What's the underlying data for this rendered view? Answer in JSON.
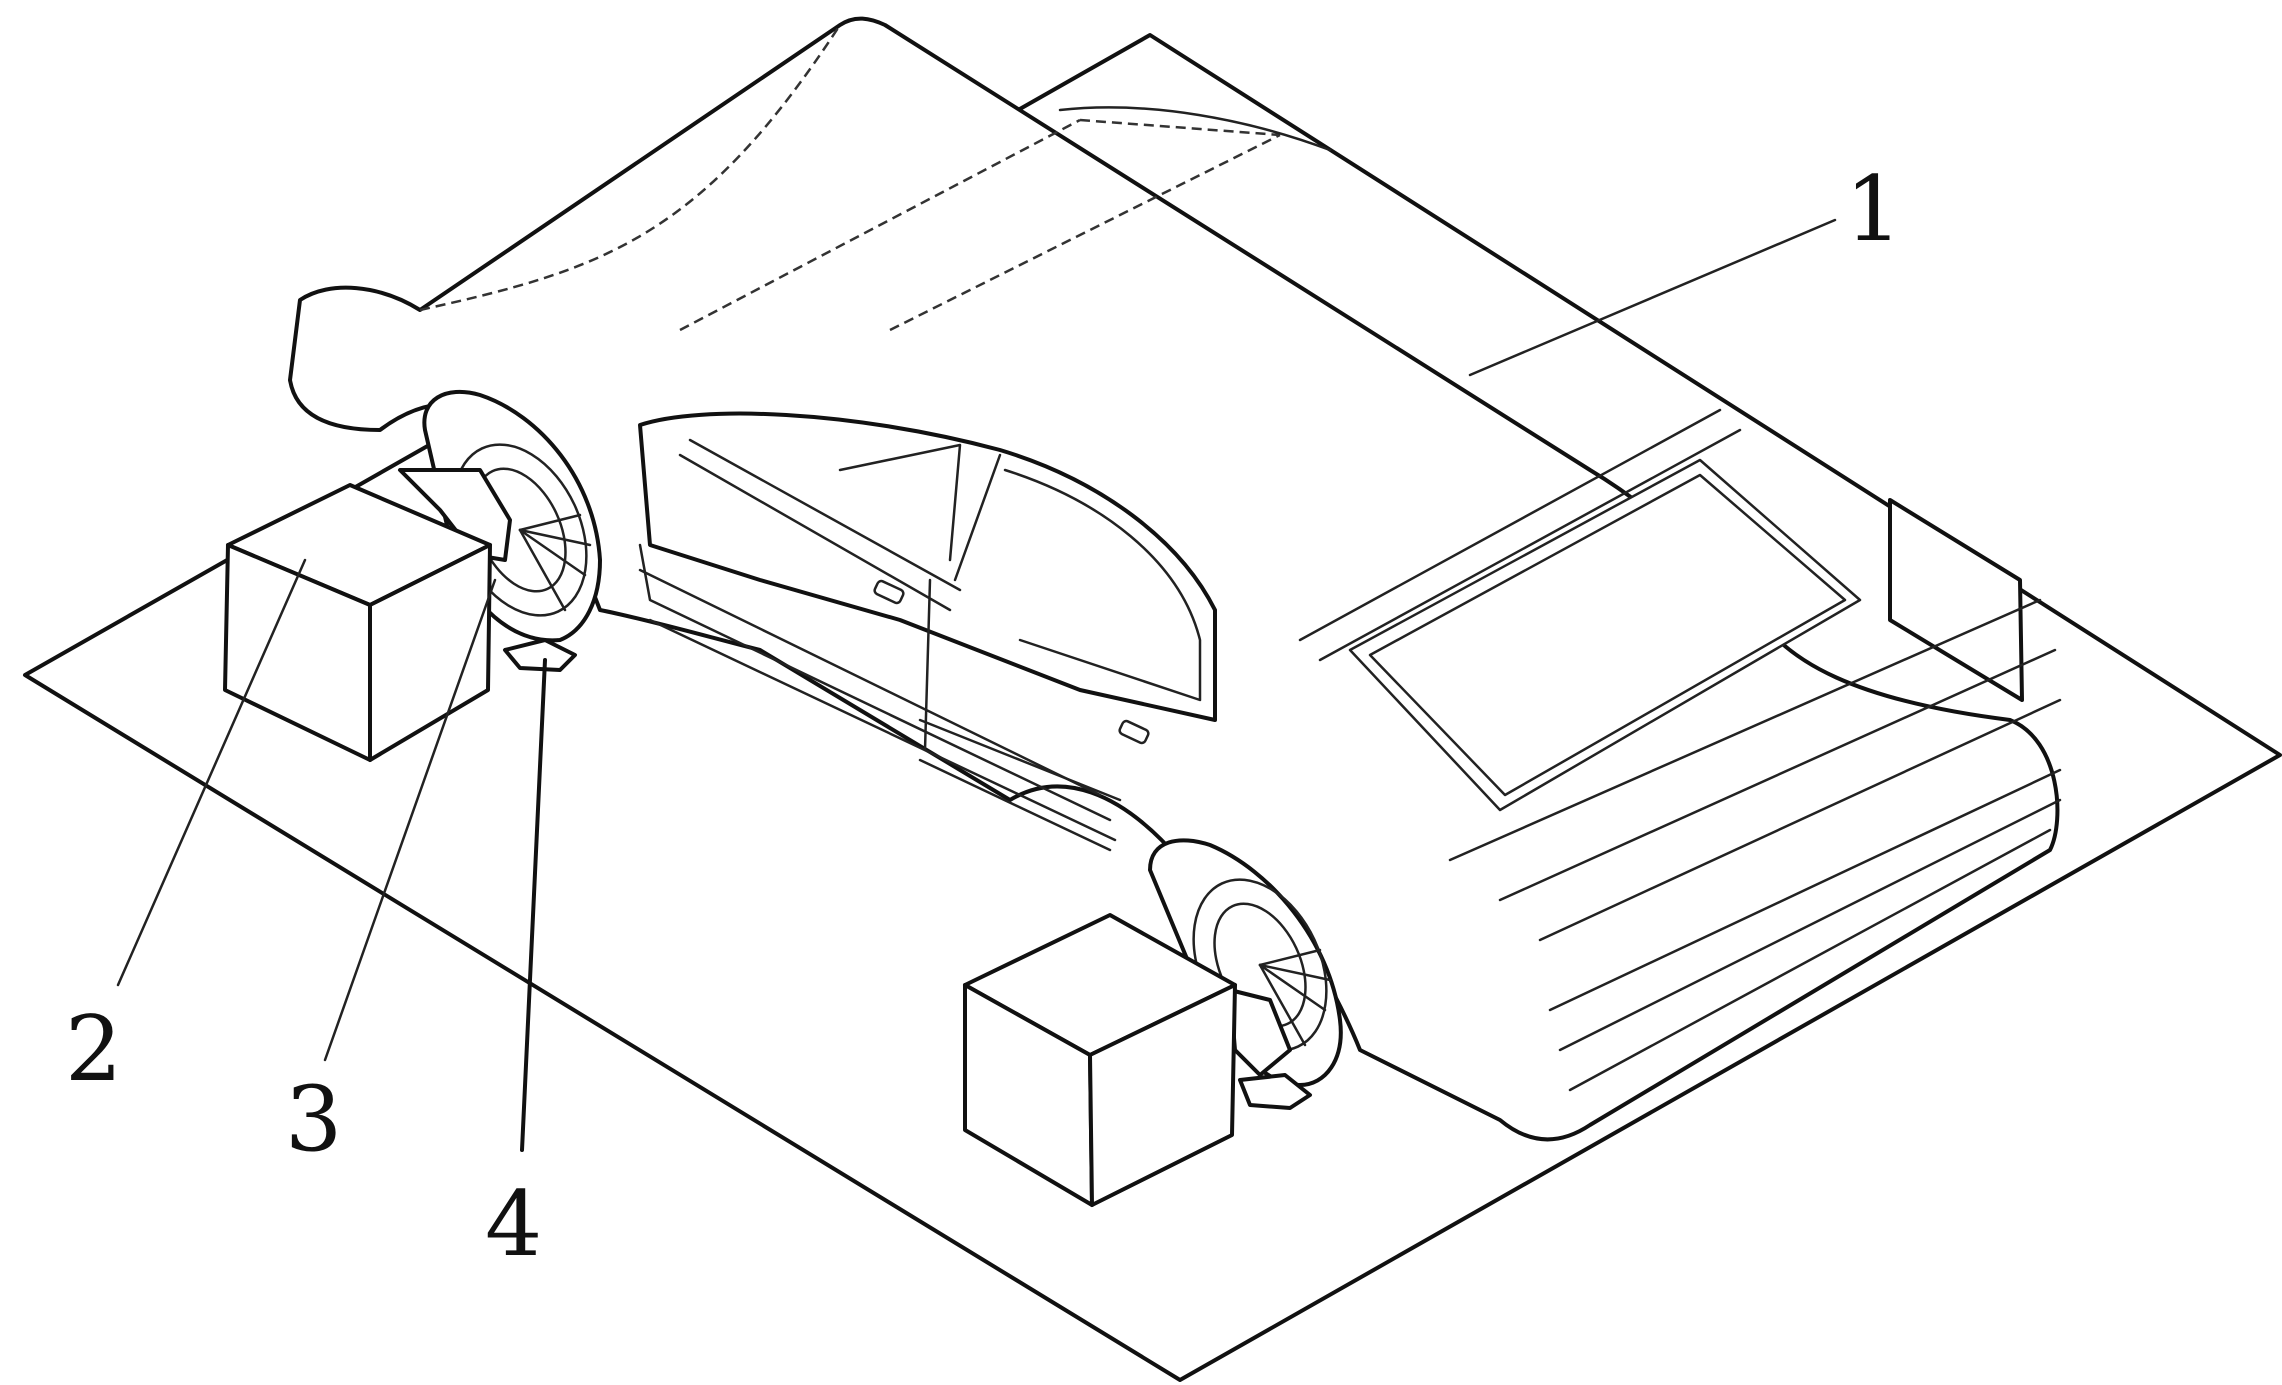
{
  "labels": {
    "one": "1",
    "two": "2",
    "three": "3",
    "four": "4"
  },
  "colors": {
    "ink": "#111111",
    "background": "#ffffff"
  }
}
